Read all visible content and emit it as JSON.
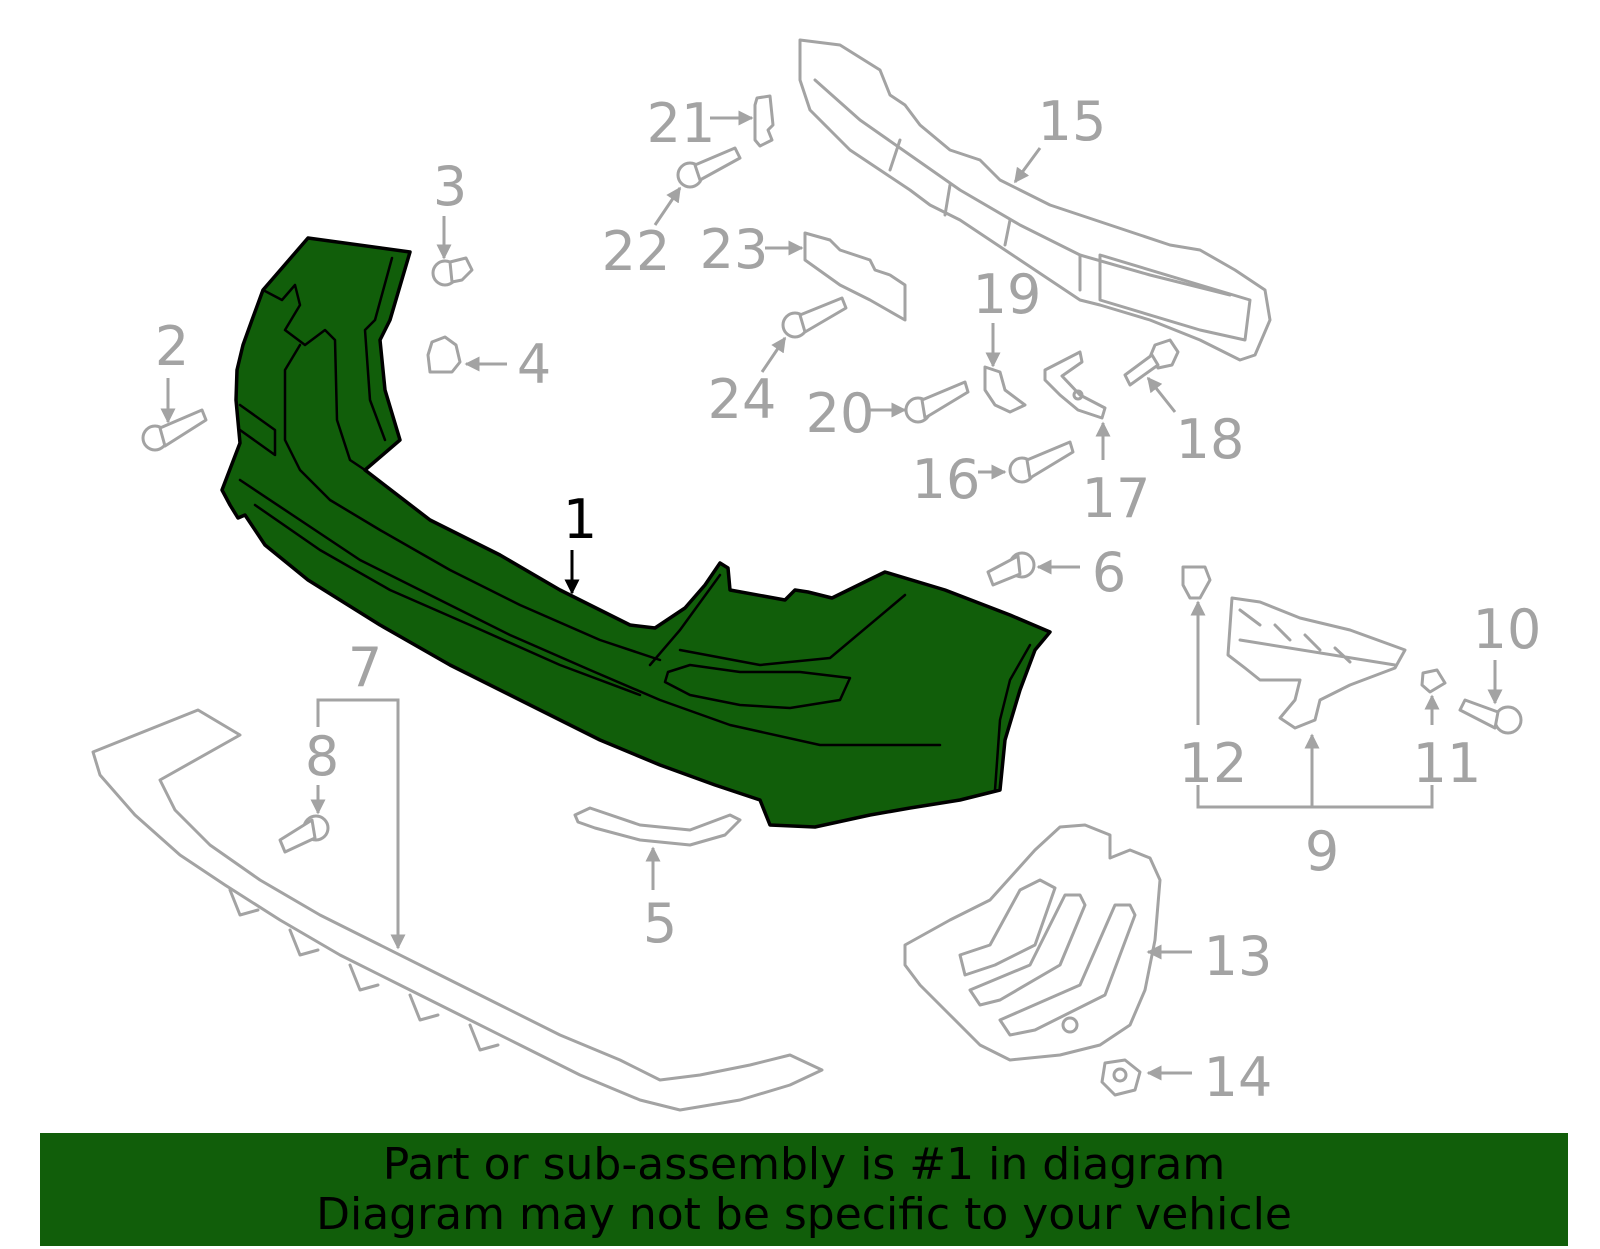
{
  "colors": {
    "highlight_fill": "#115e0a",
    "line_gray": "#a3a3a3",
    "banner_bg": "#115e0a",
    "text_dark": "#000000"
  },
  "diagram": {
    "highlighted_part": "1",
    "callouts": [
      "1",
      "2",
      "3",
      "4",
      "5",
      "6",
      "7",
      "8",
      "9",
      "10",
      "11",
      "12",
      "13",
      "14",
      "15",
      "16",
      "17",
      "18",
      "19",
      "20",
      "21",
      "22",
      "23",
      "24"
    ]
  },
  "banner": {
    "line1": "Part or sub-assembly is #1 in diagram",
    "line2": "Diagram may not be specific to your vehicle"
  }
}
